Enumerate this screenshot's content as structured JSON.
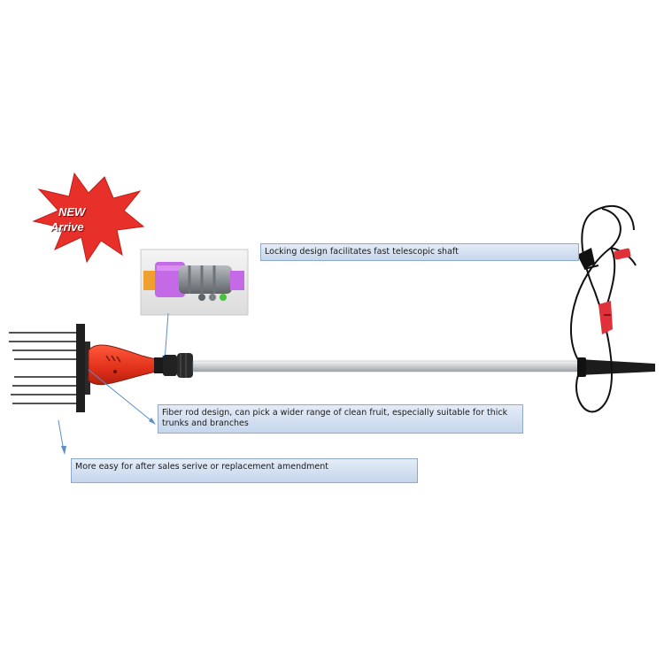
{
  "badge": {
    "line1": "NEW",
    "line2": "Arrive",
    "color": "#e8302a"
  },
  "callouts": {
    "locking": "Locking design facilitates fast telescopic shaft",
    "fiber": "Fiber rod design, can pick a wider range of clean fruit, especially suitable for thick trunks and branches",
    "service": "More easy for after sales serive or replacement amendment"
  },
  "colors": {
    "callout_fill": "#d3dff0",
    "callout_border": "#8fa9cc",
    "motor_housing": "#e8321e",
    "shaft": "#cfd3d6",
    "inset_collar": "#c56ae6",
    "leader_line": "#5a8fc8"
  }
}
